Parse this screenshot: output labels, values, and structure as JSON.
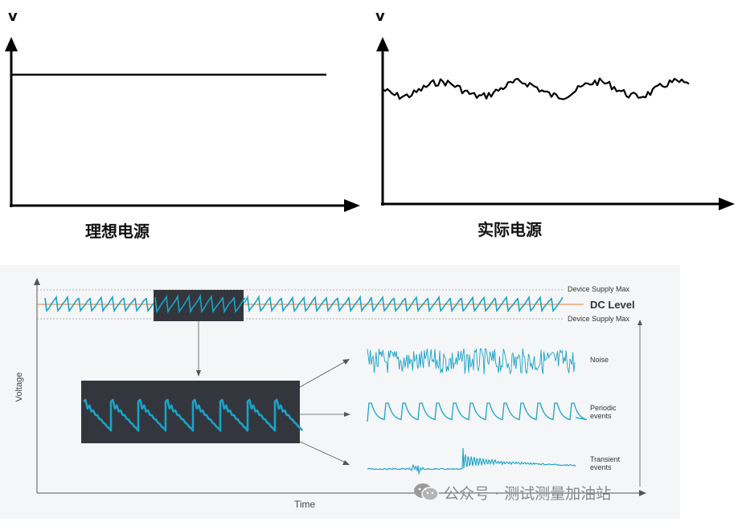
{
  "top_left": {
    "axis_label": "v",
    "caption": "理想电源"
  },
  "top_right": {
    "axis_label": "v",
    "caption": "实际电源"
  },
  "bottom": {
    "supply_max_top": "Device Supply Max",
    "dc_level": "DC Level",
    "supply_max_bottom": "Device Supply Max",
    "y_label": "Voltage",
    "x_label": "Time",
    "noise_label": "Noise",
    "periodic_label_1": "Periodic",
    "periodic_label_2": "events",
    "transient_label_1": "Transient",
    "transient_label_2": "events"
  },
  "watermark": "公众号 · 测试测量加油站",
  "colors": {
    "waveform": "#1aa3c8",
    "dc_line": "#e07a3a",
    "zoom_bg": "#33373d",
    "panel_bg": "#f5f6f7"
  }
}
